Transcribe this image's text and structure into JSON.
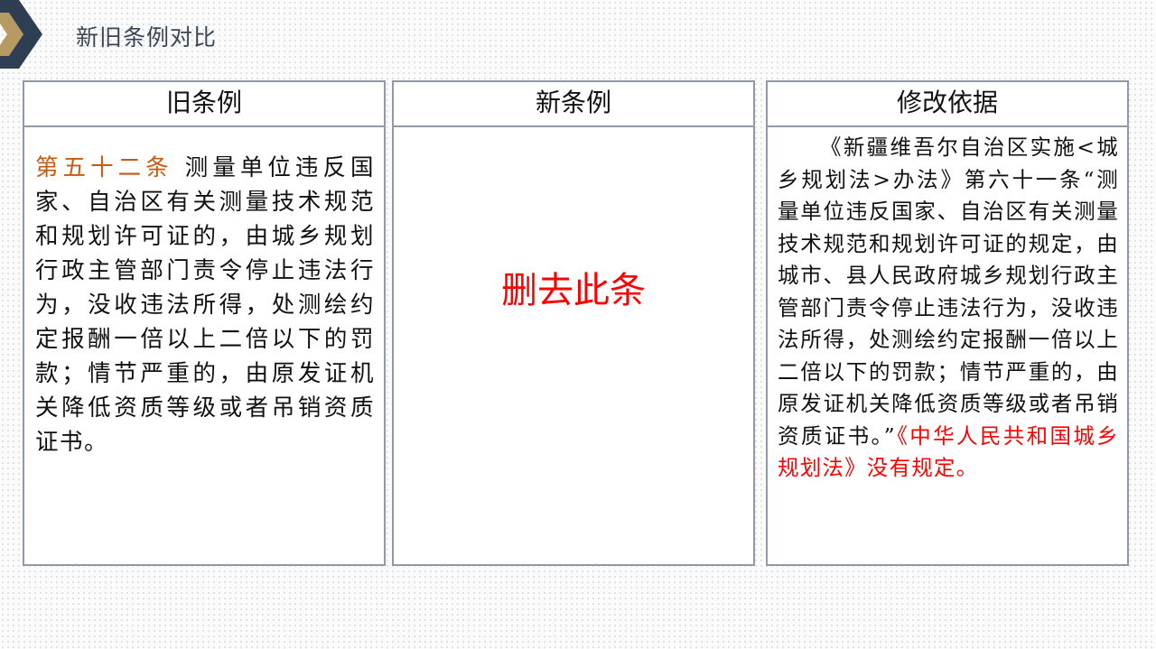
{
  "page": {
    "title": "新旧条例对比"
  },
  "colors": {
    "accent_dark": "#2f3f53",
    "accent_gold": "#b59a63",
    "border": "#8e9aa8",
    "red": "#ff0000",
    "orange": "#c55a11"
  },
  "columns": {
    "old": {
      "header": "旧条例",
      "article_no": "第五十二条",
      "text": " 测量单位违反国家、自治区有关测量技术规范和规划许可证的，由城乡规划行政主管部门责令停止违法行为，没收违法所得，处测绘约定报酬一倍以上二倍以下的罚款；情节严重的，由原发证机关降低资质等级或者吊销资质证书。"
    },
    "new": {
      "header": "新条例",
      "text": "删去此条"
    },
    "basis": {
      "header": "修改依据",
      "text": "《新疆维吾尔自治区实施<城乡规划法>办法》第六十一条“测量单位违反国家、自治区有关测量技术规范和规划许可证的规定，由城市、县人民政府城乡规划行政主管部门责令停止违法行为，没收违法所得，处测绘约定报酬一倍以上二倍以下的罚款；情节严重的，由原发证机关降低资质等级或者吊销资质证书。”",
      "note": "《中华人民共和国城乡规划法》没有规定。"
    }
  }
}
